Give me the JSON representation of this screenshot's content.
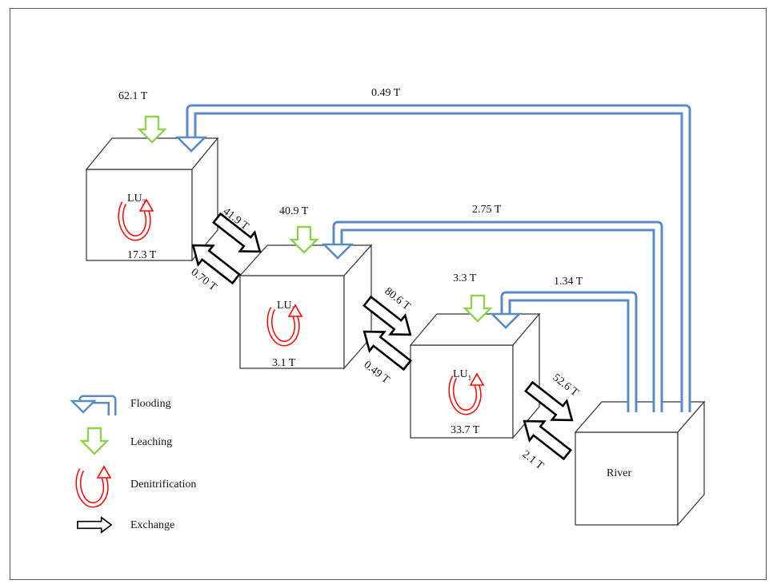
{
  "boxes": {
    "lu3": {
      "name": "LU",
      "sub": "3",
      "denitrification": "17.3 T",
      "leaching": "62.1 T"
    },
    "lu2": {
      "name": "LU",
      "sub": "2",
      "denitrification": "3.1 T",
      "leaching": "40.9 T"
    },
    "lu1": {
      "name": "LU",
      "sub": "1",
      "denitrification": "33.7 T",
      "leaching": "3.3 T"
    },
    "river": {
      "name": "River"
    }
  },
  "flooding": {
    "to_lu3": "0.49 T",
    "to_lu2": "2.75 T",
    "to_lu1": "1.34 T"
  },
  "exchange": {
    "lu3_to_lu2": "41.9 T",
    "lu2_to_lu3": "0.70 T",
    "lu2_to_lu1": "80.6 T",
    "lu1_to_lu2": "0.49 T",
    "lu1_to_river": "52.6 T",
    "river_to_lu1": "2.1 T"
  },
  "legend": {
    "flooding": "Flooding",
    "leaching": "Leaching",
    "denitrification": "Denitrification",
    "exchange": "Exchange"
  },
  "colors": {
    "flooding": "#5b8bc4",
    "leaching": "#92d050",
    "denitrification": "#ff0000",
    "exchange": "#000000"
  }
}
